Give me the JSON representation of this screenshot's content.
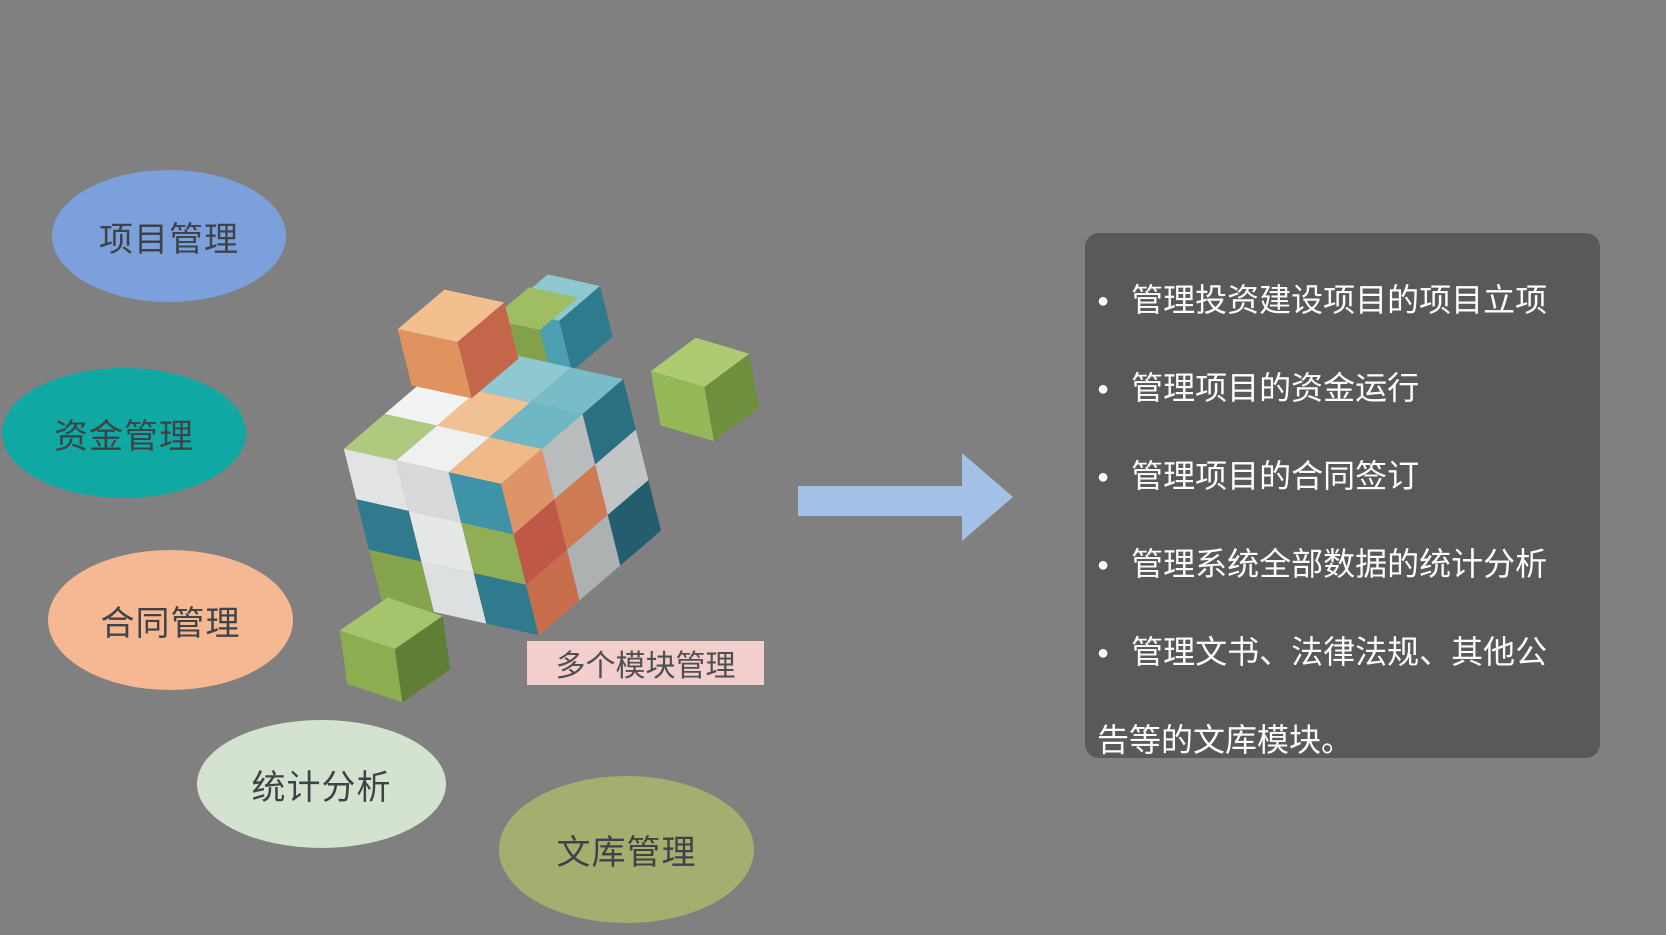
{
  "canvas": {
    "background_color": "#808080"
  },
  "modules": [
    {
      "label": "项目管理",
      "color": "#7CA0DB"
    },
    {
      "label": "资金管理",
      "color": "#0FA8A2"
    },
    {
      "label": "合同管理",
      "color": "#F6B893"
    },
    {
      "label": "统计分析",
      "color": "#D4E3CF"
    },
    {
      "label": "文库管理",
      "color": "#A4AE6E"
    }
  ],
  "center_caption": {
    "text": "多个模块管理",
    "bg_color": "#F2CECC"
  },
  "arrow": {
    "color": "#A3C1E6",
    "direction": "right"
  },
  "details_panel": {
    "bg_color": "#595959",
    "text_color": "#FFFFFF",
    "bullet_char": "●",
    "bullets": [
      "管理投资建设项目的项目立项",
      "管理项目的资金运行",
      "管理项目的合同签订",
      "管理系统全部数据的统计分析",
      "管理文书、法律法规、其他公告等的文库模块。"
    ]
  },
  "illustration": {
    "name": "3d-cube-cluster",
    "palette": {
      "orange_light": "#F2C193",
      "orange_mid": "#E0925F",
      "orange_dark": "#C4664A",
      "teal_light": "#8FC8D0",
      "teal_mid": "#4C9FB0",
      "teal_dark": "#2B6F82",
      "white_light": "#F5F6F6",
      "white_mid": "#DDE0E0",
      "white_dark": "#B5B8B8",
      "green_light": "#AECB72",
      "green_mid": "#8FAE55",
      "green_dark": "#6E8F3E",
      "red_accent": "#C05847"
    }
  }
}
